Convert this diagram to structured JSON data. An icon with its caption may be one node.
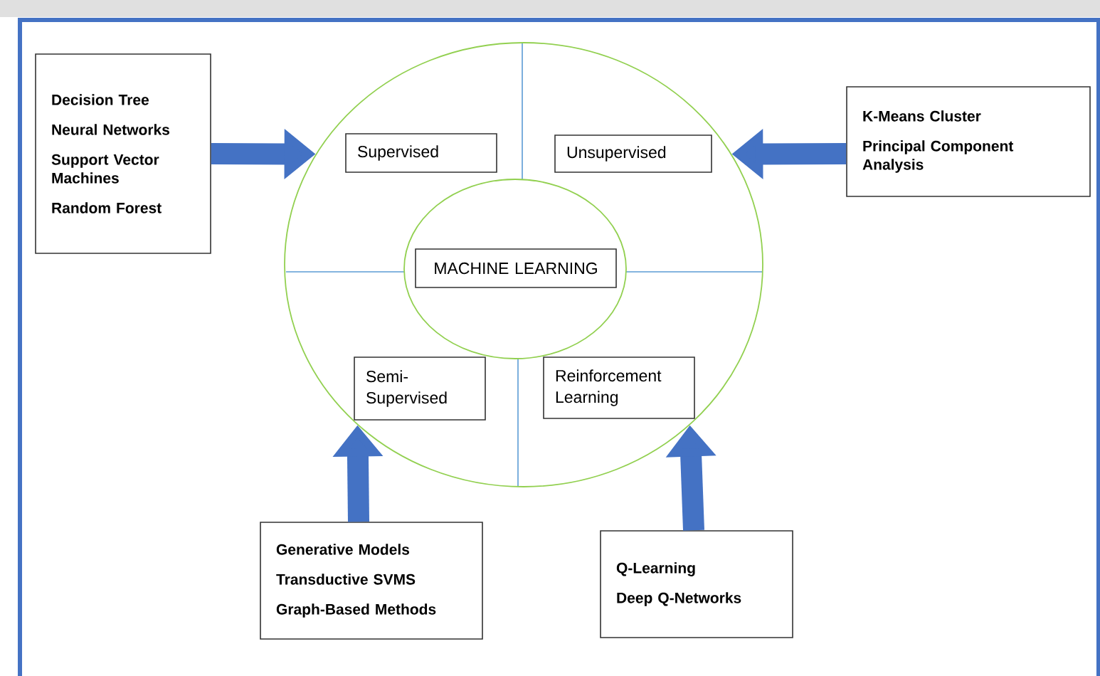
{
  "diagram": {
    "nodes": [
      {
        "text": [
          "Decision Tree",
          "Neural Networks",
          "Support Vector Machines",
          "Random Forest"
        ]
      },
      {
        "text": [],
        "shape": "circle"
      },
      {
        "text": [
          "Supervised"
        ],
        "in": 1
      },
      {
        "text": [
          "Unsupervised"
        ],
        "in": 1
      },
      {
        "text": [
          "K-Means Cluster",
          "Principal Component Analysis"
        ]
      },
      {
        "text": [],
        "shape": "circle",
        "in": 1
      },
      {
        "text": [
          "MACHINE LEARNING"
        ],
        "in": 5
      },
      {
        "text": [
          "Semi-Supervised"
        ],
        "in": 1
      },
      {
        "text": [
          "Reinforcement Learning"
        ],
        "in": 1
      },
      {
        "text": [
          "Generative Models",
          "Transductive SVMS",
          "Graph-Based Methods"
        ]
      },
      {
        "text": [
          "Q-Learning",
          "Deep Q-Networks"
        ]
      }
    ],
    "edges": [
      {
        "from": 0,
        "to": 1,
        "arrow": "to"
      },
      {
        "from": 4,
        "to": 1,
        "arrow": "to"
      },
      {
        "from": 9,
        "to": 1,
        "arrow": "to"
      },
      {
        "from": 10,
        "to": 1,
        "arrow": "to"
      }
    ]
  }
}
